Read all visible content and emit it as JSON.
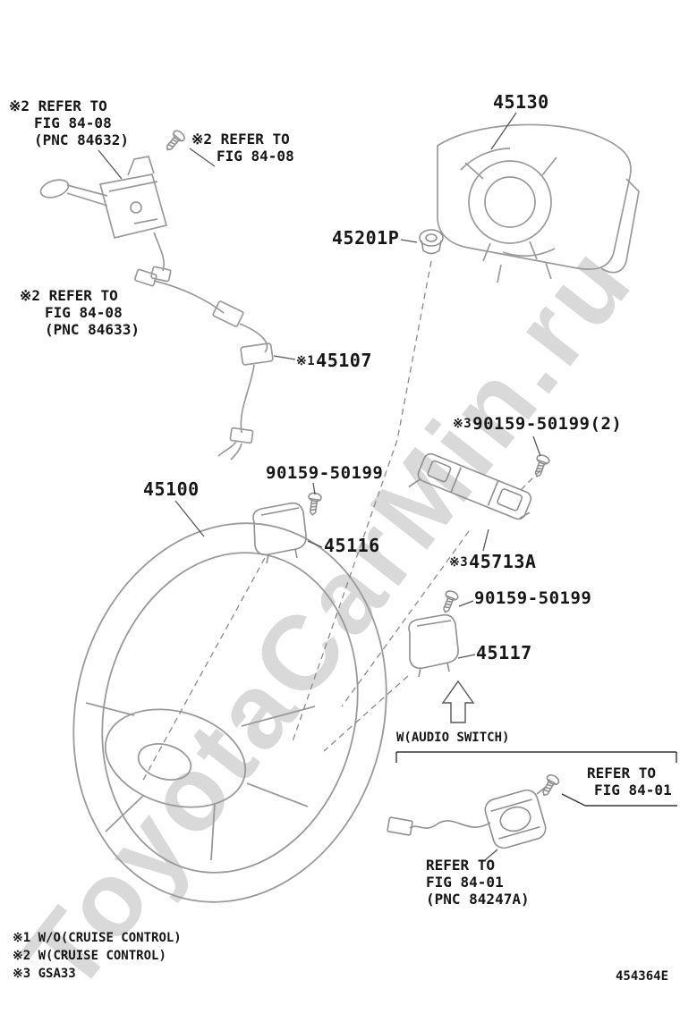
{
  "page": {
    "watermark": "ToyotaCarMin.ru",
    "doc_code": "454364E"
  },
  "refs": {
    "pnc84632": {
      "l1": "※2 REFER TO",
      "l2": "FIG 84-08",
      "l3": "(PNC 84632)"
    },
    "fig8408": {
      "l1": "※2 REFER TO",
      "l2": "FIG 84-08"
    },
    "pnc84633": {
      "l1": "※2 REFER TO",
      "l2": "FIG 84-08",
      "l3": "(PNC 84633)"
    },
    "fig8401": {
      "l1": "REFER TO",
      "l2": "FIG 84-01"
    },
    "pnc84247a": {
      "l1": "REFER TO",
      "l2": "FIG 84-01",
      "l3": "(PNC 84247A)"
    }
  },
  "parts": {
    "pad": "45130",
    "grommet": "45201P",
    "switch_45107": {
      "note": "※1",
      "num": "45107"
    },
    "screw_set_2": {
      "note": "※3",
      "num": "90159-50199(2)"
    },
    "screw_upper": "90159-50199",
    "wheel": "45100",
    "switch_45116": "45116",
    "bracket": {
      "note": "※3",
      "num": "45713A"
    },
    "screw_lower": "90159-50199",
    "switch_45117": "45117"
  },
  "sections": {
    "audio_switch": "W(AUDIO SWITCH)"
  },
  "footnotes": {
    "n1": "※1 W/O(CRUISE CONTROL)",
    "n2": "※2 W(CRUISE CONTROL)",
    "n3": "※3 GSA33"
  }
}
